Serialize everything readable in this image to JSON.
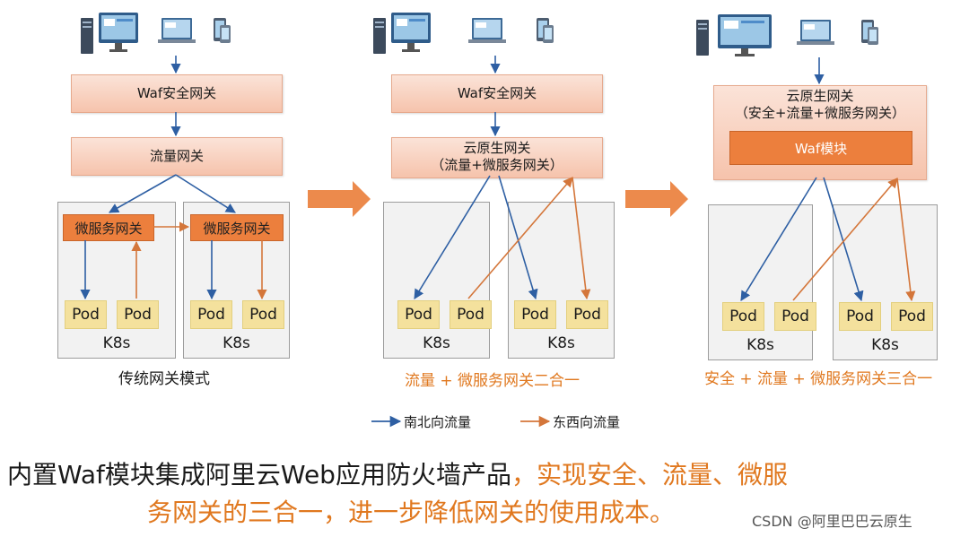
{
  "colors": {
    "north_south": "#2e5fa3",
    "east_west": "#d4763a",
    "caption_orange": "#d4763a",
    "gateway_fill": "#f8cfbd",
    "module_fill": "#ec7f3d",
    "pod_fill": "#f4e19d"
  },
  "icons": [
    "server-icon",
    "monitor-icon",
    "laptop-icon",
    "mobile-icon"
  ],
  "panel1": {
    "waf": "Waf安全网关",
    "traffic": "流量网关",
    "ms_left": "微服务网关",
    "ms_right": "微服务网关",
    "pods": [
      "Pod",
      "Pod",
      "Pod",
      "Pod"
    ],
    "k8s": [
      "K8s",
      "K8s"
    ],
    "caption": "传统网关模式"
  },
  "panel2": {
    "waf": "Waf安全网关",
    "cloud_line1": "云原生网关",
    "cloud_line2": "（流量+微服务网关）",
    "pods": [
      "Pod",
      "Pod",
      "Pod",
      "Pod"
    ],
    "k8s": [
      "K8s",
      "K8s"
    ],
    "caption": "流量 + 微服务网关二合一"
  },
  "panel3": {
    "cloud_line1": "云原生网关",
    "cloud_line2": "（安全+流量+微服务网关）",
    "waf_module": "Waf模块",
    "pods": [
      "Pod",
      "Pod",
      "Pod",
      "Pod"
    ],
    "k8s": [
      "K8s",
      "K8s"
    ],
    "caption": "安全 + 流量 + 微服务网关三合一"
  },
  "legend": {
    "north_south": "南北向流量",
    "east_west": "东西向流量"
  },
  "headline": {
    "line1_black": "内置Waf模块集成阿里云Web应用防火墙产品",
    "line1_orange": "，实现安全、流量、微服",
    "line2_orange": "务网关的三合一，进一步降低网关的使用成本。"
  },
  "watermark": "CSDN @阿里巴巴云原生"
}
